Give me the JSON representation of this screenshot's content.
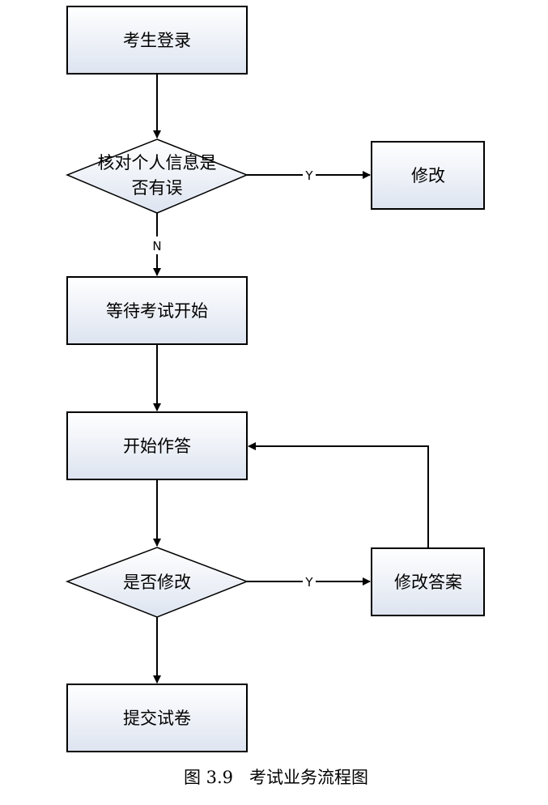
{
  "diagram": {
    "nodes": {
      "login": "考生登录",
      "check_info_line1": "核对个人信息是",
      "check_info_line2": "否有误",
      "modify": "修改",
      "wait_exam": "等待考试开始",
      "start_answer": "开始作答",
      "whether_modify": "是否修改",
      "modify_answer": "修改答案",
      "submit": "提交试卷"
    },
    "edges": {
      "yes_label_1": "Y",
      "no_label": "N",
      "yes_label_2": "Y"
    },
    "colors": {
      "box_fill_top": "#ffffff",
      "box_fill_bottom": "#dde4f0",
      "stroke": "#000000"
    }
  },
  "caption": "图 3.9   考试业务流程图"
}
